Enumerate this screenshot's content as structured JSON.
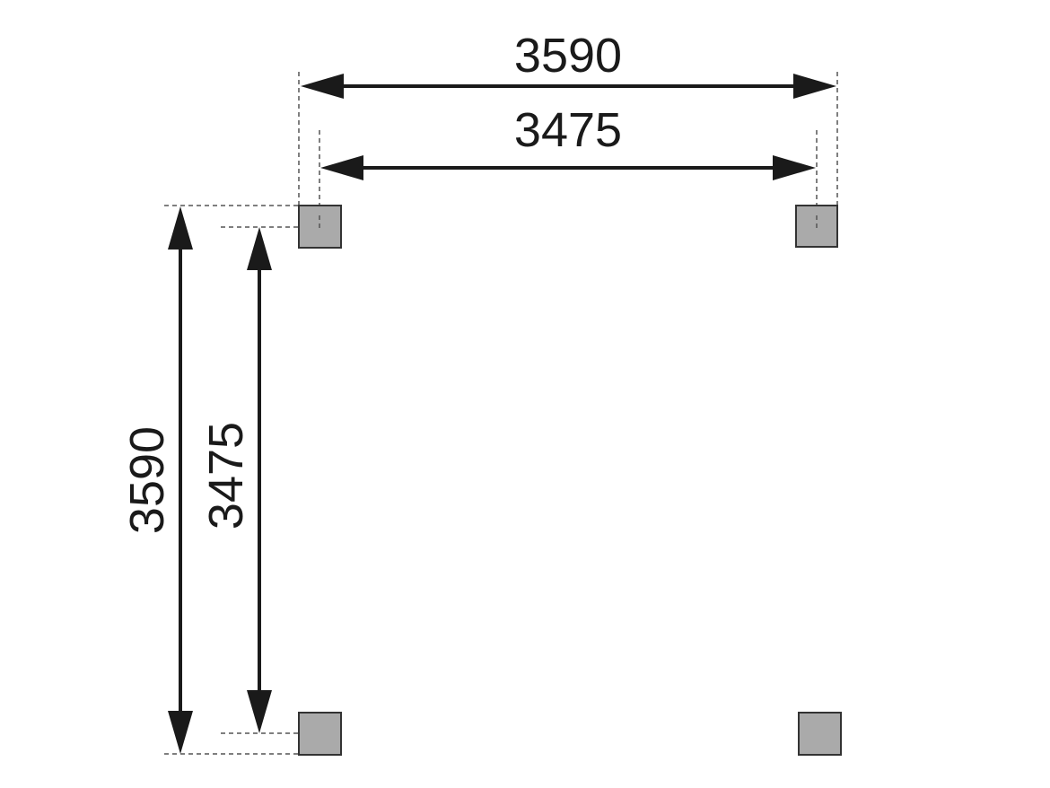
{
  "dimensions": {
    "top_outer": "3590",
    "top_inner": "3475",
    "left_outer": "3590",
    "left_inner": "3475"
  },
  "posts": [
    {
      "name": "post-top-left"
    },
    {
      "name": "post-top-right"
    },
    {
      "name": "post-bottom-left"
    },
    {
      "name": "post-bottom-right"
    }
  ],
  "colors": {
    "post_fill": "#aaaaaa",
    "line": "#1a1a1a",
    "background": "#ffffff"
  }
}
